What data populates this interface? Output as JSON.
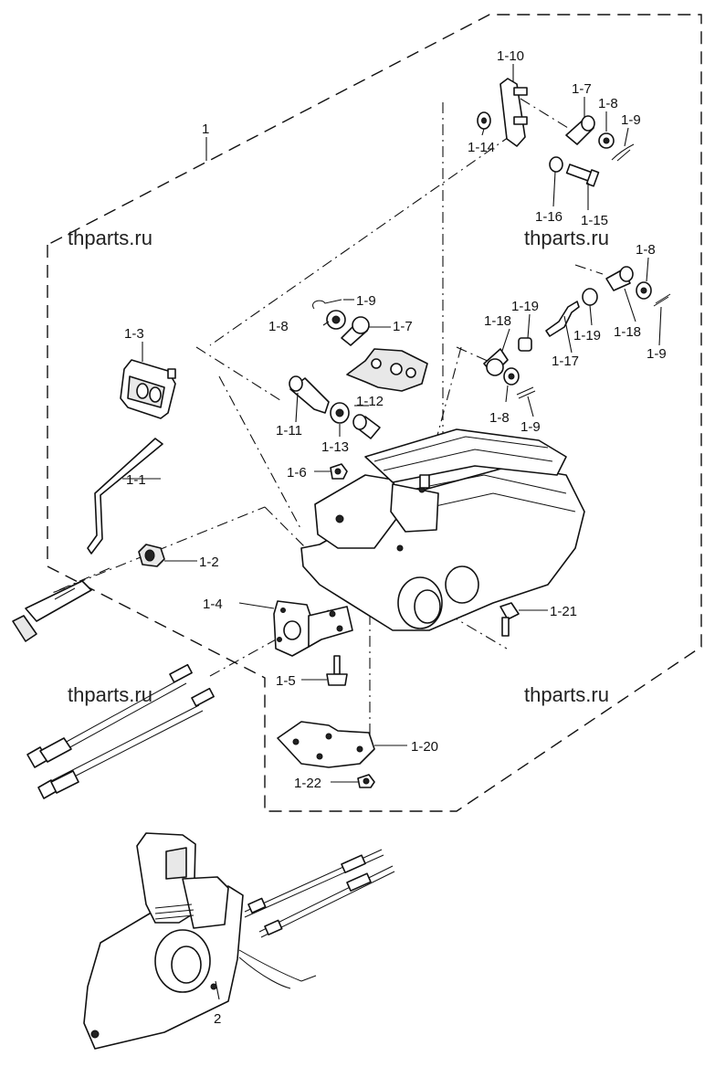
{
  "watermarks": [
    "thparts.ru",
    "thparts.ru",
    "thparts.ru"
  ],
  "labels": {
    "l1": "1",
    "l1_1": "1-1",
    "l1_2": "1-2",
    "l1_3": "1-3",
    "l1_4": "1-4",
    "l1_5": "1-5",
    "l1_6": "1-6",
    "l1_7a": "1-7",
    "l1_7b": "1-7",
    "l1_8a": "1-8",
    "l1_8b": "1-8",
    "l1_8c": "1-8",
    "l1_8d": "1-8",
    "l1_9a": "1-9",
    "l1_9b": "1-9",
    "l1_9c": "1-9",
    "l1_9d": "1-9",
    "l1_10": "1-10",
    "l1_11": "1-11",
    "l1_12": "1-12",
    "l1_13": "1-13",
    "l1_14": "1-14",
    "l1_15": "1-15",
    "l1_16": "1-16",
    "l1_17": "1-17",
    "l1_18a": "1-18",
    "l1_18b": "1-18",
    "l1_19a": "1-19",
    "l1_19b": "1-19",
    "l1_20": "1-20",
    "l1_21": "1-21",
    "l1_22": "1-22",
    "l2": "2"
  }
}
